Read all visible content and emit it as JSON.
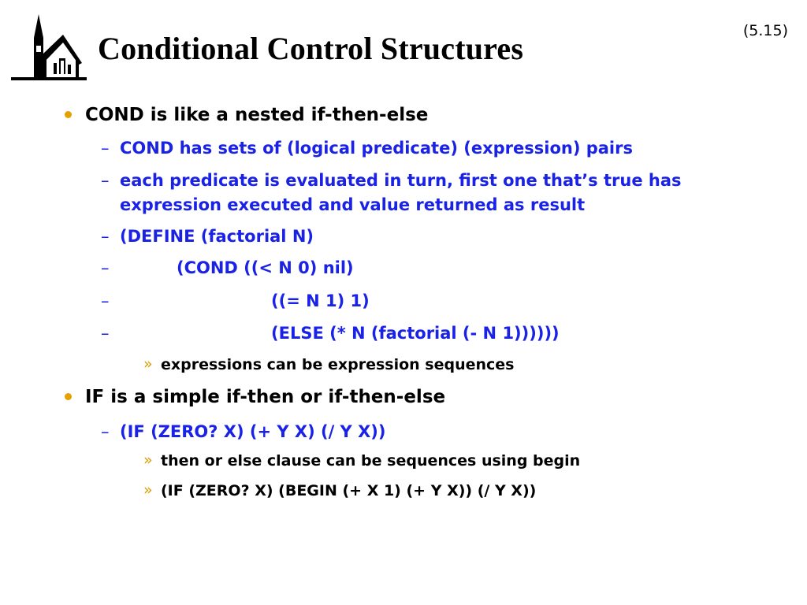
{
  "slide": {
    "title": "Conditional Control Structures",
    "number": "(5.15)",
    "logo_icon": "church-logo-icon"
  },
  "bullets": [
    {
      "level": 1,
      "text": "COND is like a nested if-then-else"
    },
    {
      "level": 2,
      "marker": "–",
      "text": "COND has sets of (logical predicate) (expression) pairs"
    },
    {
      "level": 2,
      "marker": "–",
      "text": "each predicate is evaluated in turn, first one that’s true has expression executed and value returned as result"
    },
    {
      "level": 2,
      "marker": "–",
      "text": "(DEFINE  (factorial  N)"
    },
    {
      "level": 2,
      "marker": "–",
      "text": "(COND  ((<  N  0)  nil)"
    },
    {
      "level": 2,
      "marker": "–",
      "text": "((=  N  1)  1)"
    },
    {
      "level": 2,
      "marker": "–",
      "text": "(ELSE  (*  N  (factorial  (-  N  1))))))"
    },
    {
      "level": 3,
      "marker": "»",
      "text": "expressions can be expression sequences"
    },
    {
      "level": 1,
      "text": "IF is a simple if-then or if-then-else"
    },
    {
      "level": 2,
      "marker": "–",
      "text": "(IF  (ZERO?  X)  (+  Y  X)  (/  Y  X))"
    },
    {
      "level": 3,
      "marker": "»",
      "text": "then or else clause can be sequences using begin"
    },
    {
      "level": 3,
      "marker": "»",
      "text": "(IF  (ZERO?  X)  (BEGIN  (+  X  1)  (+  Y  X))  (/  Y  X))"
    }
  ]
}
